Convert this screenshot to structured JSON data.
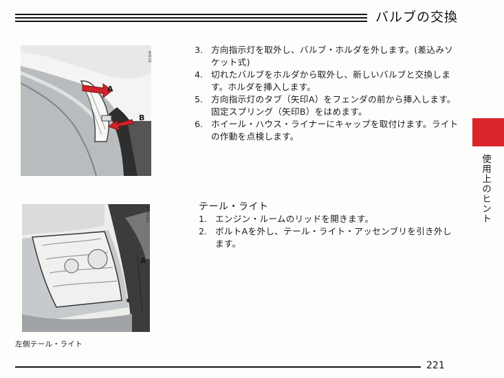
{
  "header": {
    "title": "バルブの交換"
  },
  "figure1": {
    "code": "AH110",
    "label_a": "A",
    "label_b": "B"
  },
  "figure2": {
    "code": "ACH1391",
    "label_a": "A"
  },
  "turn_signal_steps": [
    {
      "num": "3.",
      "text": "方向指示灯を取外し、バルブ・ホルダを外します。(差込みソケット式)"
    },
    {
      "num": "4.",
      "text": "切れたバルブをホルダから取外し、新しいバルブと交換します。ホルダを挿入します。"
    },
    {
      "num": "5.",
      "text": "方向指示灯のタブ（矢印A）をフェンダの前から挿入します。固定スプリング（矢印B）をはめます。"
    },
    {
      "num": "6.",
      "text": "ホイール・ハウス・ライナーにキャップを取付けます。ライトの作動を点検します。"
    }
  ],
  "tail_light": {
    "title": "テール・ライト",
    "steps": [
      {
        "num": "1.",
        "text": "エンジン・ルームのリッドを開きます。"
      },
      {
        "num": "2.",
        "text": "ボルトAを外し、テール・ライト・アッセンブリを引き外します。"
      }
    ]
  },
  "caption": "左側テール・ライト",
  "side_tab": {
    "label": "使用上のヒント",
    "color": "#d9242b"
  },
  "footer": {
    "page_number": "221"
  }
}
